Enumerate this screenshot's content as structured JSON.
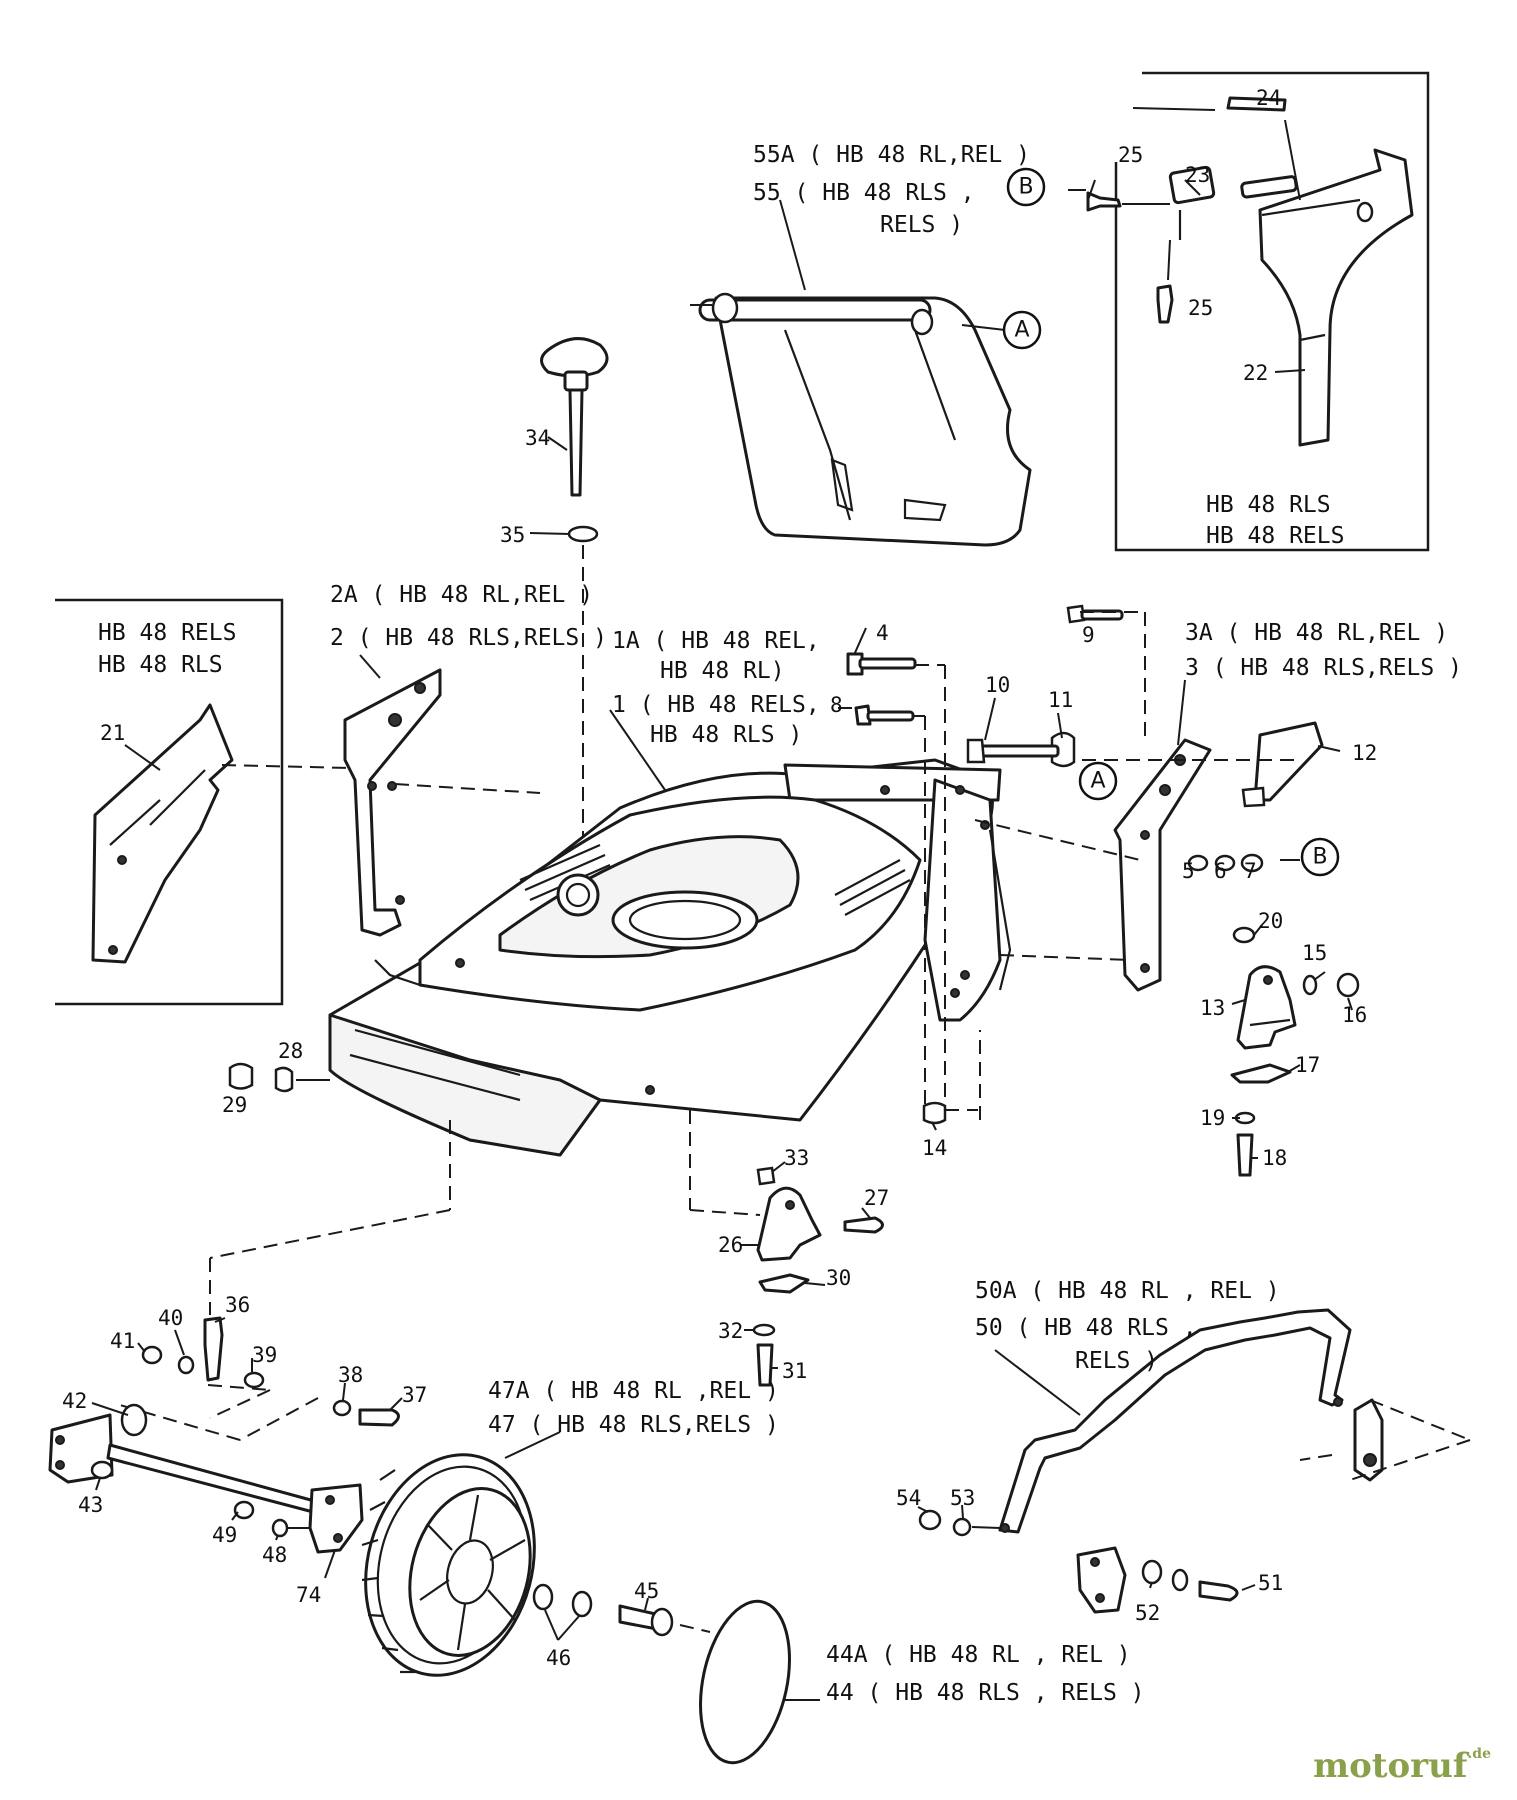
{
  "labels": {
    "l55A": "55A ( HB 48 RL,REL )",
    "l55a": "55 ( HB 48 RLS ,",
    "l55b": "RELS )",
    "l24": "24",
    "l25a": "25",
    "l23": "23",
    "l25b": "25",
    "l22": "22",
    "inset_tr_1": "HB 48 RLS",
    "inset_tr_2": "HB 48 RELS",
    "l34": "34",
    "l35": "35",
    "inset_l_1": "HB 48 RELS",
    "inset_l_2": "HB 48 RLS",
    "l21": "21",
    "l2A": "2A ( HB 48 RL,REL )",
    "l2": "2 ( HB 48 RLS,RELS )",
    "l1A": "1A ( HB 48 REL,",
    "l1Ab": "HB 48 RL)",
    "l1": "1 ( HB 48 RELS,",
    "l1b": "HB 48 RLS )",
    "l4": "4",
    "l8": "8",
    "l10": "10",
    "l11": "11",
    "l9": "9",
    "l3A": "3A ( HB 48 RL,REL )",
    "l3": "3 ( HB 48 RLS,RELS )",
    "l12": "12",
    "l5": "5",
    "l6": "6",
    "l7": "7",
    "l20": "20",
    "l15": "15",
    "l13": "13",
    "l16": "16",
    "l17": "17",
    "l19": "19",
    "l18": "18",
    "l14": "14",
    "l28": "28",
    "l29": "29",
    "l33": "33",
    "l27": "27",
    "l26": "26",
    "l30": "30",
    "l32": "32",
    "l31": "31",
    "l36": "36",
    "l40": "40",
    "l41": "41",
    "l39": "39",
    "l38": "38",
    "l37": "37",
    "l42": "42",
    "l43": "43",
    "l49": "49",
    "l48": "48",
    "l74": "74",
    "l47A": "47A ( HB 48 RL ,REL )",
    "l47": "47 ( HB 48 RLS,RELS )",
    "l45": "45",
    "l46": "46",
    "l44A": "44A ( HB 48 RL , REL )",
    "l44": "44 ( HB 48 RLS , RELS )",
    "l50A": "50A ( HB 48 RL , REL )",
    "l50": "50 ( HB 48 RLS ,",
    "l50b": "RELS )",
    "l54": "54",
    "l53": "53",
    "l52": "52",
    "l51": "51"
  },
  "callouts": {
    "a": "A",
    "b": "B"
  },
  "logo": {
    "text": "motoruf",
    "suffix": ".de",
    "color": "#8aa04a"
  }
}
